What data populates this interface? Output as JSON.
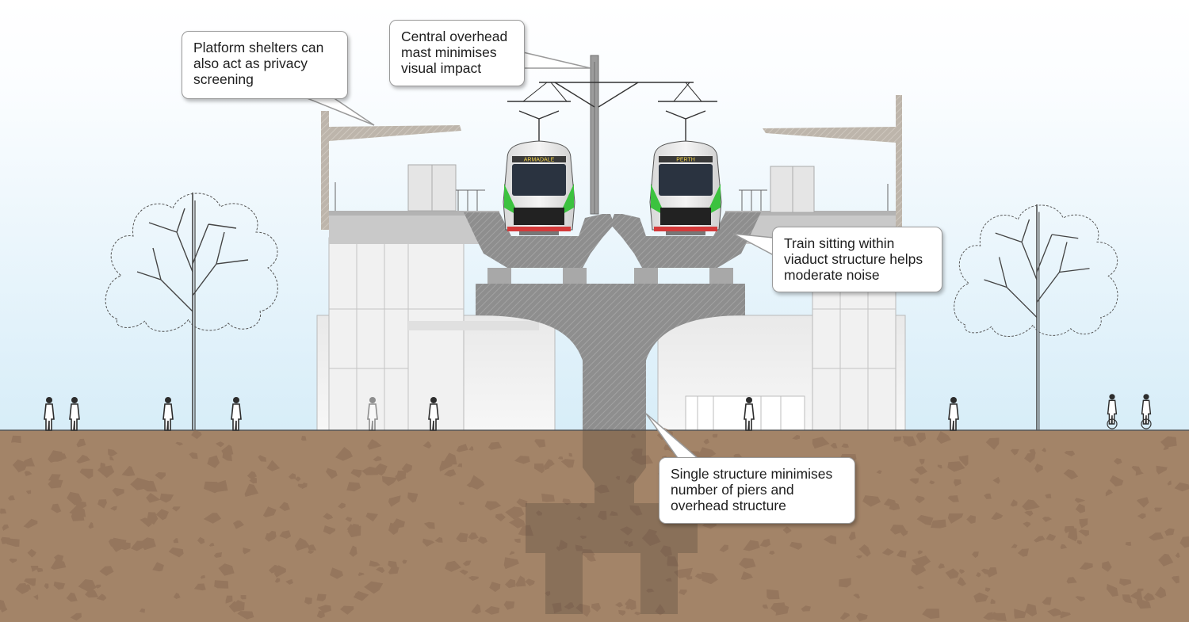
{
  "callouts": {
    "shelters": "Platform shelters can\nalso act as privacy\nscreening",
    "mast": "Central overhead\nmast minimises\nvisual impact",
    "noise": "Train sitting within\nviaduct structure helps\nmoderate noise",
    "piers": "Single structure minimises\nnumber of piers and\noverhead structure"
  },
  "trains": {
    "left_destination": "ARMADALE",
    "right_destination": "PERTH"
  },
  "colors": {
    "sky_top": "#ffffff",
    "sky_bottom": "#d9eef8",
    "ground": "#a38468",
    "ground_stone": "#8b6c55",
    "concrete": "#8f8f8f",
    "building": "#ececec",
    "train_accent": "#3cc23f",
    "train_nose": "#d43a3a"
  },
  "icons": [
    "tree-icon",
    "pedestrian-icon",
    "cyclist-icon",
    "train-icon",
    "overhead-mast-icon"
  ]
}
